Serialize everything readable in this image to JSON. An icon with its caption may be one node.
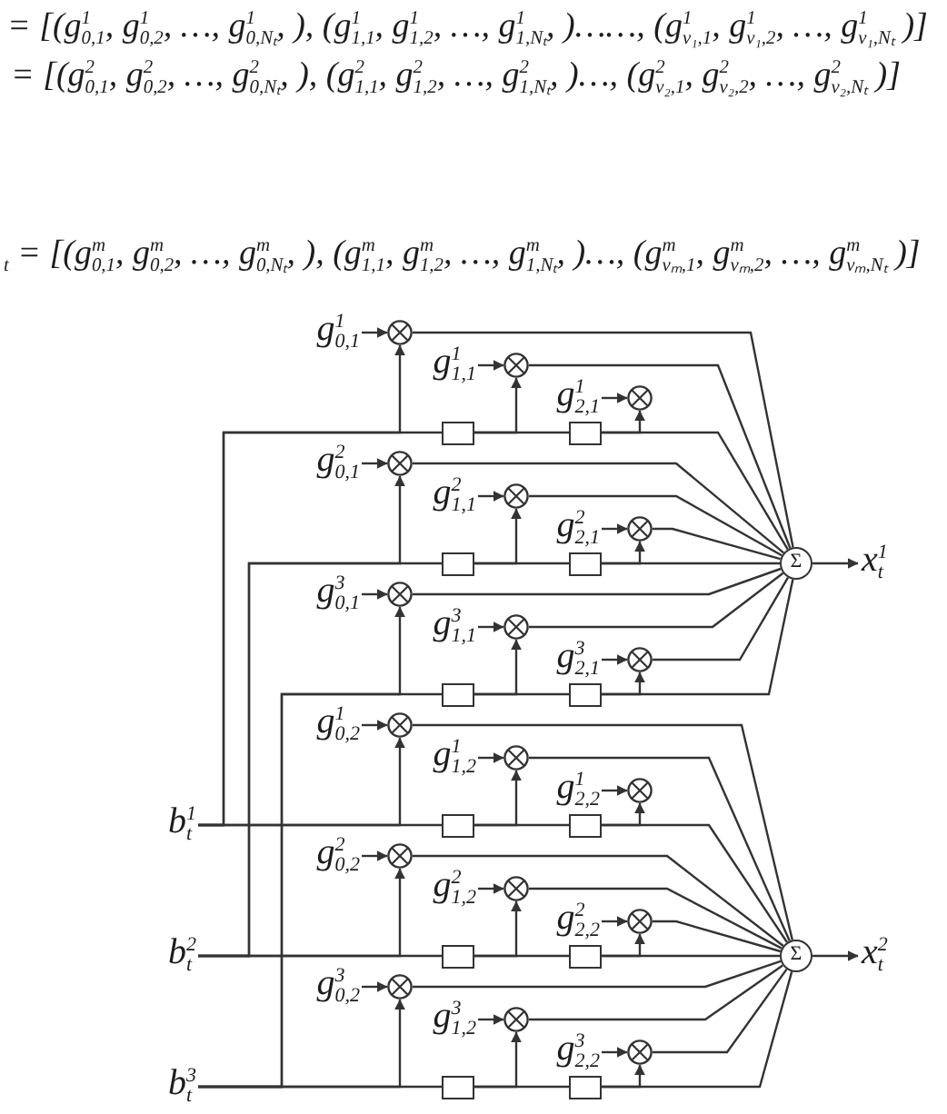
{
  "diagram": {
    "nodes": [
      {
        "text": [
          "g$^{1}$$_{0,1}$"
        ]
      },
      {
        "text": [],
        "shape": "circle"
      },
      {
        "text": [
          "g$^{1}$$_{1,1}$"
        ]
      },
      {
        "text": [],
        "shape": "circle"
      },
      {
        "text": [
          "g$^{1}$$_{2,1}$"
        ]
      },
      {
        "text": [],
        "shape": "circle"
      },
      {
        "text": [],
        "shape": "box"
      },
      {
        "text": [],
        "shape": "box"
      },
      {
        "text": [
          "g$^{2}$$_{0,1}$"
        ]
      },
      {
        "text": [],
        "shape": "circle"
      },
      {
        "text": [
          "g$^{2}$$_{1,1}$"
        ]
      },
      {
        "text": [],
        "shape": "circle"
      },
      {
        "text": [
          "g$^{2}$$_{2,1}$"
        ]
      },
      {
        "text": [],
        "shape": "circle"
      },
      {
        "text": [],
        "shape": "box"
      },
      {
        "text": [],
        "shape": "box"
      },
      {
        "text": [
          "g$^{3}$$_{0,1}$"
        ]
      },
      {
        "text": [],
        "shape": "circle"
      },
      {
        "text": [
          "g$^{3}$$_{1,1}$"
        ]
      },
      {
        "text": [],
        "shape": "circle"
      },
      {
        "text": [
          "g$^{3}$$_{2,1}$"
        ]
      },
      {
        "text": [],
        "shape": "circle"
      },
      {
        "text": [],
        "shape": "box"
      },
      {
        "text": [],
        "shape": "box"
      },
      {
        "text": [
          "Σ"
        ]
      },
      {
        "text": [
          "x$^{1}$$_{t}$"
        ]
      },
      {
        "text": [
          "g$^{1}$$_{0,2}$"
        ]
      },
      {
        "text": [],
        "shape": "circle"
      },
      {
        "text": [
          "g$^{1}$$_{1,2}$"
        ]
      },
      {
        "text": [],
        "shape": "circle"
      },
      {
        "text": [
          "g$^{1}$$_{2,2}$"
        ]
      },
      {
        "text": [],
        "shape": "circle"
      },
      {
        "text": [],
        "shape": "box"
      },
      {
        "text": [],
        "shape": "box"
      },
      {
        "text": [
          "g$^{2}$$_{0,2}$"
        ]
      },
      {
        "text": [],
        "shape": "circle"
      },
      {
        "text": [
          "g$^{2}$$_{1,2}$"
        ]
      },
      {
        "text": [],
        "shape": "circle"
      },
      {
        "text": [
          "g$^{2}$$_{2,2}$"
        ]
      },
      {
        "text": [],
        "shape": "circle"
      },
      {
        "text": [],
        "shape": "box"
      },
      {
        "text": [],
        "shape": "box"
      },
      {
        "text": [
          "g$^{3}$$_{0,2}$"
        ]
      },
      {
        "text": [],
        "shape": "circle"
      },
      {
        "text": [
          "g$^{3}$$_{1,2}$"
        ]
      },
      {
        "text": [],
        "shape": "circle"
      },
      {
        "text": [
          "g$^{3}$$_{2,2}$"
        ]
      },
      {
        "text": [],
        "shape": "circle"
      },
      {
        "text": [],
        "shape": "box"
      },
      {
        "text": [],
        "shape": "box"
      },
      {
        "text": [
          "Σ"
        ]
      },
      {
        "text": [
          "x$^{2}$$_{t}$"
        ]
      },
      {
        "text": [
          "b$^{1}$$_{t}$"
        ]
      },
      {
        "text": [
          "b$^{2}$$_{t}$"
        ]
      },
      {
        "text": [
          "b$^{3}$$_{t}$"
        ]
      }
    ],
    "edges": [
      {
        "from": 0,
        "to": 1,
        "arrow": "to"
      },
      {
        "from": 2,
        "to": 3,
        "arrow": "to"
      },
      {
        "from": 4,
        "to": 5,
        "arrow": "to"
      },
      {
        "from": 52,
        "to": 6,
        "arrow": "none"
      },
      {
        "from": 6,
        "to": 7,
        "arrow": "none"
      },
      {
        "from": 7,
        "to": 24,
        "arrow": "none"
      },
      {
        "from": 52,
        "to": 1,
        "arrow": "to"
      },
      {
        "from": 6,
        "to": 3,
        "arrow": "to"
      },
      {
        "from": 7,
        "to": 5,
        "arrow": "to"
      },
      {
        "from": 1,
        "to": 24,
        "arrow": "none"
      },
      {
        "from": 3,
        "to": 24,
        "arrow": "none"
      },
      {
        "from": 8,
        "to": 9,
        "arrow": "to"
      },
      {
        "from": 10,
        "to": 11,
        "arrow": "to"
      },
      {
        "from": 12,
        "to": 13,
        "arrow": "to"
      },
      {
        "from": 53,
        "to": 14,
        "arrow": "none"
      },
      {
        "from": 14,
        "to": 15,
        "arrow": "none"
      },
      {
        "from": 15,
        "to": 24,
        "arrow": "none"
      },
      {
        "from": 53,
        "to": 9,
        "arrow": "to"
      },
      {
        "from": 14,
        "to": 11,
        "arrow": "to"
      },
      {
        "from": 15,
        "to": 13,
        "arrow": "to"
      },
      {
        "from": 9,
        "to": 24,
        "arrow": "none"
      },
      {
        "from": 11,
        "to": 24,
        "arrow": "none"
      },
      {
        "from": 13,
        "to": 24,
        "arrow": "none"
      },
      {
        "from": 16,
        "to": 17,
        "arrow": "to"
      },
      {
        "from": 18,
        "to": 19,
        "arrow": "to"
      },
      {
        "from": 20,
        "to": 21,
        "arrow": "to"
      },
      {
        "from": 54,
        "to": 22,
        "arrow": "none"
      },
      {
        "from": 22,
        "to": 23,
        "arrow": "none"
      },
      {
        "from": 23,
        "to": 24,
        "arrow": "none"
      },
      {
        "from": 54,
        "to": 17,
        "arrow": "to"
      },
      {
        "from": 22,
        "to": 19,
        "arrow": "to"
      },
      {
        "from": 23,
        "to": 21,
        "arrow": "to"
      },
      {
        "from": 17,
        "to": 24,
        "arrow": "none"
      },
      {
        "from": 19,
        "to": 24,
        "arrow": "none"
      },
      {
        "from": 21,
        "to": 24,
        "arrow": "none"
      },
      {
        "from": 24,
        "to": 25,
        "arrow": "to"
      },
      {
        "from": 26,
        "to": 27,
        "arrow": "to"
      },
      {
        "from": 28,
        "to": 29,
        "arrow": "to"
      },
      {
        "from": 30,
        "to": 31,
        "arrow": "to"
      },
      {
        "from": 52,
        "to": 32,
        "arrow": "none"
      },
      {
        "from": 32,
        "to": 33,
        "arrow": "none"
      },
      {
        "from": 33,
        "to": 50,
        "arrow": "none"
      },
      {
        "from": 52,
        "to": 27,
        "arrow": "to"
      },
      {
        "from": 32,
        "to": 29,
        "arrow": "to"
      },
      {
        "from": 33,
        "to": 31,
        "arrow": "to"
      },
      {
        "from": 27,
        "to": 50,
        "arrow": "none"
      },
      {
        "from": 29,
        "to": 50,
        "arrow": "none"
      },
      {
        "from": 34,
        "to": 35,
        "arrow": "to"
      },
      {
        "from": 36,
        "to": 37,
        "arrow": "to"
      },
      {
        "from": 38,
        "to": 39,
        "arrow": "to"
      },
      {
        "from": 53,
        "to": 40,
        "arrow": "none"
      },
      {
        "from": 40,
        "to": 41,
        "arrow": "none"
      },
      {
        "from": 41,
        "to": 50,
        "arrow": "none"
      },
      {
        "from": 53,
        "to": 35,
        "arrow": "to"
      },
      {
        "from": 40,
        "to": 37,
        "arrow": "to"
      },
      {
        "from": 41,
        "to": 39,
        "arrow": "to"
      },
      {
        "from": 35,
        "to": 50,
        "arrow": "none"
      },
      {
        "from": 37,
        "to": 50,
        "arrow": "none"
      },
      {
        "from": 39,
        "to": 50,
        "arrow": "none"
      },
      {
        "from": 42,
        "to": 43,
        "arrow": "to"
      },
      {
        "from": 44,
        "to": 45,
        "arrow": "to"
      },
      {
        "from": 46,
        "to": 47,
        "arrow": "to"
      },
      {
        "from": 54,
        "to": 48,
        "arrow": "none"
      },
      {
        "from": 48,
        "to": 49,
        "arrow": "none"
      },
      {
        "from": 49,
        "to": 50,
        "arrow": "none"
      },
      {
        "from": 54,
        "to": 43,
        "arrow": "to"
      },
      {
        "from": 48,
        "to": 45,
        "arrow": "to"
      },
      {
        "from": 49,
        "to": 47,
        "arrow": "to"
      },
      {
        "from": 43,
        "to": 50,
        "arrow": "none"
      },
      {
        "from": 45,
        "to": 50,
        "arrow": "none"
      },
      {
        "from": 47,
        "to": 50,
        "arrow": "none"
      },
      {
        "from": 50,
        "to": 51,
        "arrow": "to"
      }
    ],
    "labels": [
      "= [(g$^{1}$$_{0,1}$, g$^{1}$$_{0,2}$, …, g$^{1}$$_{0,Nₜ}$, ), (g$^{1}$$_{1,1}$, g$^{1}$$_{1,2}$, …, g$^{1}$$_{1,Nₜ}$, )……, (g$^{1}$$_{v₁,1}$, g$^{1}$$_{v₁,2}$, …, g$^{1}$$_{v₁,Nₜ}$ )]",
      "= [(g$^{2}$$_{0,1}$, g$^{2}$$_{0,2}$, …, g$^{2}$$_{0,Nₜ}$, ), (g$^{2}$$_{1,1}$, g$^{2}$$_{1,2}$, …, g$^{2}$$_{1,Nₜ}$, )…, (g$^{2}$$_{v₂,1}$, g$^{2}$$_{v₂,2}$, …, g$^{2}$$_{v₂,Nₜ}$ )]",
      "$_{t}$ = [(g$^{m}$$_{0,1}$, g$^{m}$$_{0,2}$, …, g$^{m}$$_{0,Nₜ}$, ), (g$^{m}$$_{1,1}$, g$^{m}$$_{1,2}$, …, g$^{m}$$_{1,Nₜ}$, )…, (g$^{m}$$_{vₘ,1}$, g$^{m}$$_{vₘ,2}$, …, g$^{m}$$_{vₘ,Nₜ}$ )]"
    ]
  }
}
